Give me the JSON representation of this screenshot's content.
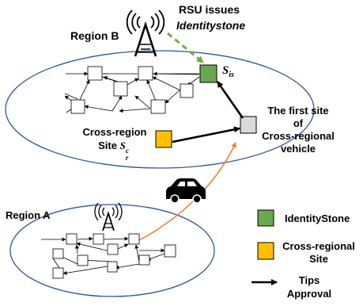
{
  "rsu_label": {
    "line1": "RSU issues",
    "line2": "Identitystone"
  },
  "region_b": {
    "label": "Region B"
  },
  "region_a": {
    "label": "Region A"
  },
  "s_is_label": {
    "base": "S",
    "sub": "is"
  },
  "first_site_label": {
    "line1": "The first site",
    "line2": "of",
    "line3": "Cross-regional",
    "line4": "vehicle"
  },
  "cross_region_site_label": {
    "line1": "Cross-region",
    "line2_prefix": "Site ",
    "symbol": {
      "base": "S",
      "sub": "r",
      "sup": "c"
    }
  },
  "legend": {
    "identitystone": "IdentityStone",
    "cross_regional_site_line1": "Cross-regional",
    "cross_regional_site_line2": "Site",
    "tips_line1": "Tips",
    "tips_line2": "Approval"
  },
  "colors": {
    "identitystone": "#6aa84f",
    "cross_regional_site": "#ffc000",
    "first_site": "#d9d9d9",
    "ellipse_stroke": "#2f5597",
    "rsu_arrow": "#70ad47",
    "vehicle_path": "#f08030"
  }
}
